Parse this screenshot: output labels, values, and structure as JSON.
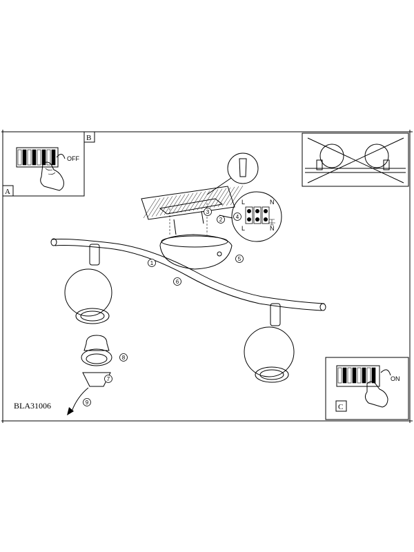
{
  "model_code": "BLA31006",
  "panels": {
    "a": {
      "label": "A",
      "switch_text": "OFF"
    },
    "b": {
      "label": "B"
    },
    "c": {
      "label": "C",
      "switch_text": "ON"
    }
  },
  "terminal_block": {
    "top_labels": [
      "L",
      "N"
    ],
    "bottom_labels": [
      "L",
      "N"
    ],
    "callout": "4"
  },
  "steps": [
    "1",
    "2",
    "3",
    "4",
    "5",
    "6",
    "7",
    "8",
    "9"
  ]
}
